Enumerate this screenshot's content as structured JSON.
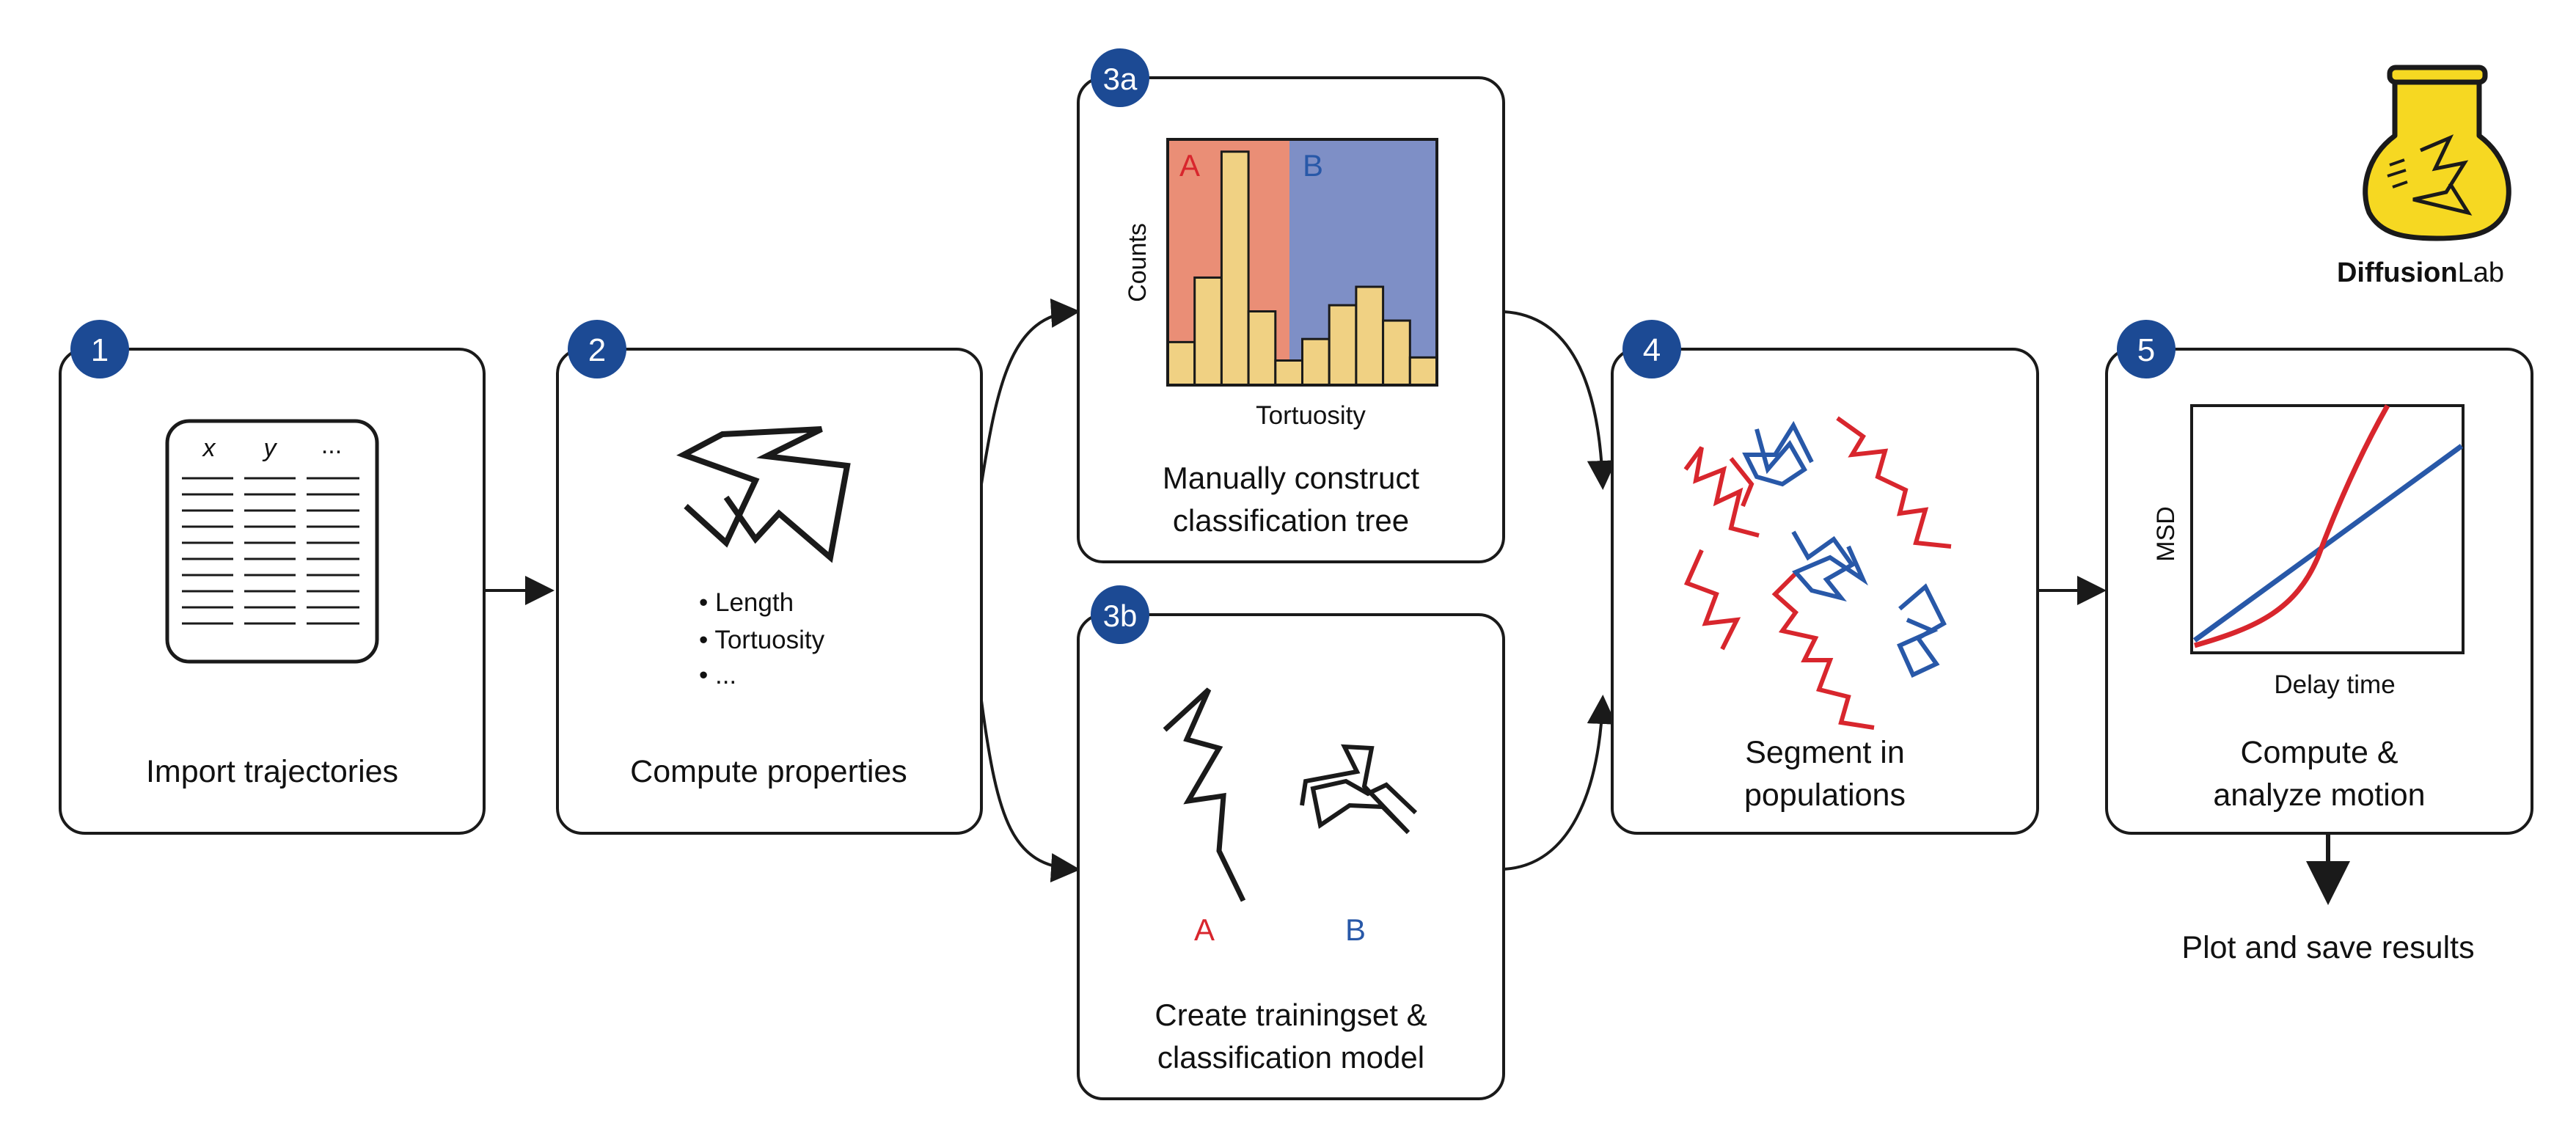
{
  "colors": {
    "accent_blue": "#1c4a94",
    "red": "#d8262d",
    "blue": "#2858a8",
    "hist_bar": "#f0d183",
    "region_a": "#ea8e76",
    "region_b": "#7e8fc6",
    "logo_yellow": "#f6d822",
    "line": "#1a1a1a"
  },
  "logo": {
    "icon": "flask-icon",
    "name_bold": "Diffusion",
    "name_regular": "Lab"
  },
  "steps": [
    {
      "badge": "1",
      "caption": [
        "Import trajectories"
      ],
      "table": {
        "headers": [
          "x",
          "y",
          "..."
        ]
      }
    },
    {
      "badge": "2",
      "caption": [
        "Compute properties"
      ],
      "bullets": [
        "• Length",
        "• Tortuosity",
        "• ..."
      ]
    },
    {
      "badge": "3a",
      "caption": [
        "Manually construct",
        "classification tree"
      ],
      "histogram": {
        "xlabel": "Tortuosity",
        "ylabel": "Counts",
        "region_labels": [
          "A",
          "B"
        ],
        "bars": [
          1.4,
          3.5,
          7.6,
          2.4,
          0.8,
          1.5,
          2.6,
          3.2,
          2.1,
          0.9
        ]
      }
    },
    {
      "badge": "3b",
      "caption": [
        "Create trainingset &",
        "classification model"
      ],
      "labels": [
        "A",
        "B"
      ]
    },
    {
      "badge": "4",
      "caption": [
        "Segment in",
        "populations"
      ]
    },
    {
      "badge": "5",
      "caption": [
        "Compute &",
        "analyze motion"
      ],
      "plot": {
        "xlabel": "Delay time",
        "ylabel": "MSD"
      }
    }
  ],
  "output_label": "Plot and save results"
}
